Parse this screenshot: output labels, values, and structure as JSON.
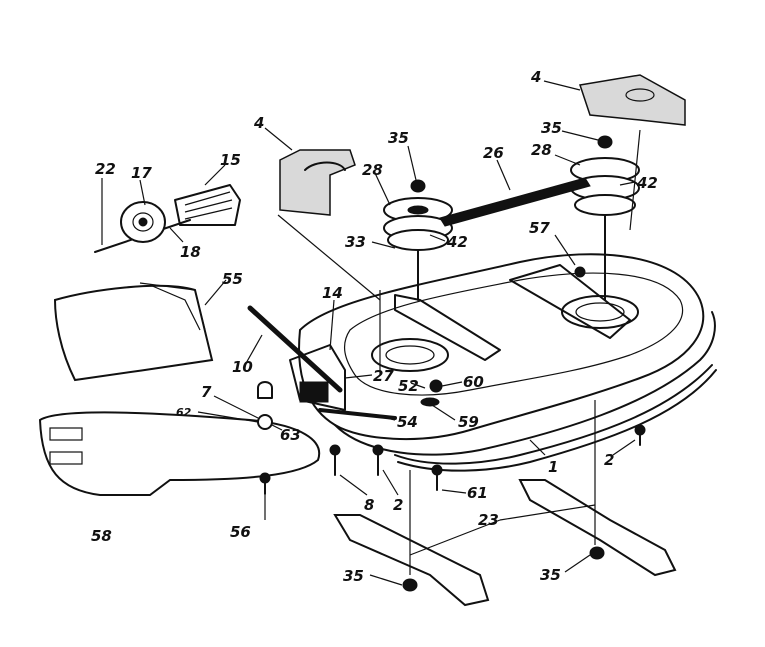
{
  "parts": [
    {
      "id": "p22a",
      "text": "22"
    },
    {
      "id": "p17",
      "text": "17"
    },
    {
      "id": "p15",
      "text": "15"
    },
    {
      "id": "p18",
      "text": "18"
    },
    {
      "id": "p4a",
      "text": "4"
    },
    {
      "id": "p4b",
      "text": "4"
    },
    {
      "id": "p35a",
      "text": "35"
    },
    {
      "id": "p35b",
      "text": "35"
    },
    {
      "id": "p28a",
      "text": "28"
    },
    {
      "id": "p28b",
      "text": "28"
    },
    {
      "id": "p26",
      "text": "26"
    },
    {
      "id": "p42a",
      "text": "42"
    },
    {
      "id": "p42b",
      "text": "42"
    },
    {
      "id": "p33",
      "text": "33"
    },
    {
      "id": "p57",
      "text": "57"
    },
    {
      "id": "p55",
      "text": "55"
    },
    {
      "id": "p14",
      "text": "14"
    },
    {
      "id": "p10",
      "text": "10"
    },
    {
      "id": "p27",
      "text": "27"
    },
    {
      "id": "p52",
      "text": "52"
    },
    {
      "id": "p60",
      "text": "60"
    },
    {
      "id": "p7",
      "text": "7"
    },
    {
      "id": "p62",
      "text": "62"
    },
    {
      "id": "p63",
      "text": "63"
    },
    {
      "id": "p54",
      "text": "54"
    },
    {
      "id": "p59",
      "text": "59"
    },
    {
      "id": "p1",
      "text": "1"
    },
    {
      "id": "p2a",
      "text": "2"
    },
    {
      "id": "p2b",
      "text": "2"
    },
    {
      "id": "p8",
      "text": "8"
    },
    {
      "id": "p61",
      "text": "61"
    },
    {
      "id": "p23",
      "text": "23"
    },
    {
      "id": "p58",
      "text": "58"
    },
    {
      "id": "p56",
      "text": "56"
    },
    {
      "id": "p35c",
      "text": "35"
    },
    {
      "id": "p35d",
      "text": "35"
    }
  ]
}
